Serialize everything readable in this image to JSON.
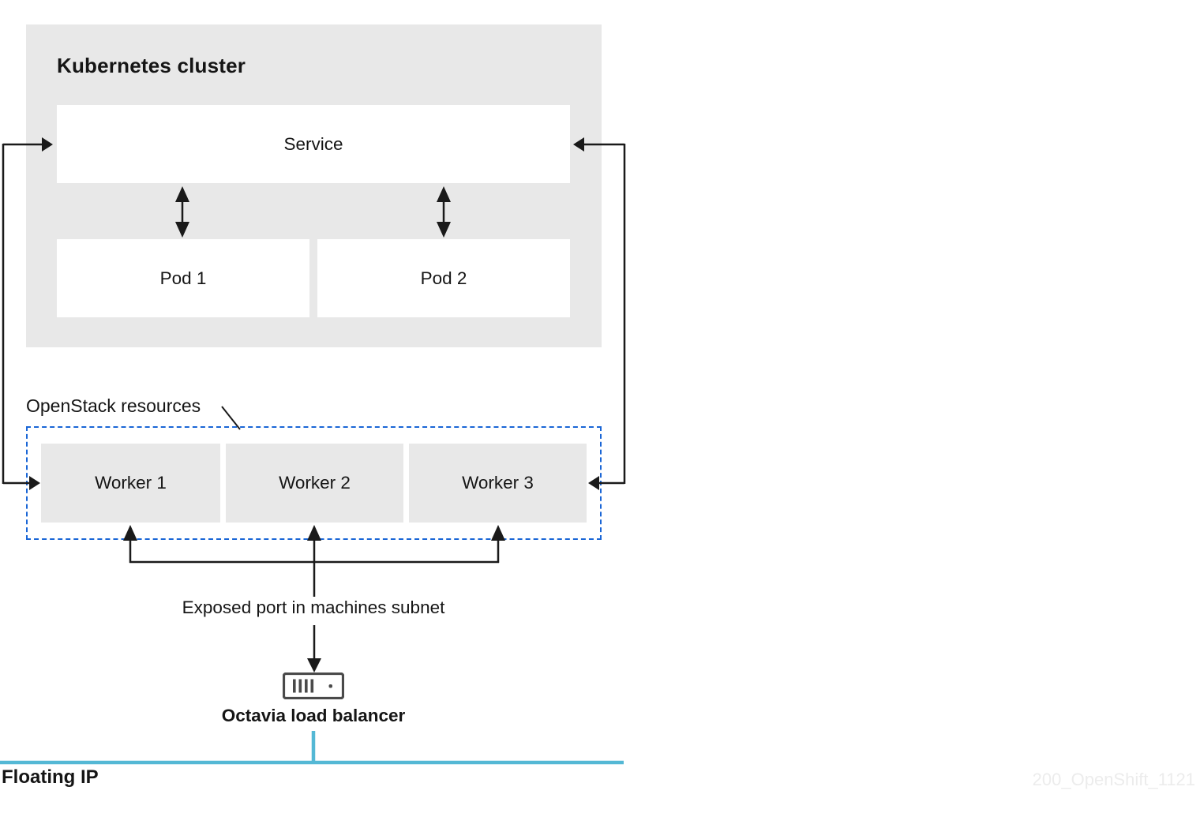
{
  "colors": {
    "box_gray": "#e8e8e8",
    "line_black": "#1a1a1a",
    "dashed_blue": "#1a66d6",
    "cyan": "#54b8d5",
    "text": "#151515",
    "watermark_gray": "#ececec",
    "icon_gray": "#4a4a4a"
  },
  "kubernetes_cluster": {
    "title": "Kubernetes cluster",
    "service_label": "Service",
    "pods": [
      {
        "label": "Pod 1"
      },
      {
        "label": "Pod 2"
      }
    ]
  },
  "openstack": {
    "label": "OpenStack resources",
    "workers": [
      {
        "label": "Worker 1"
      },
      {
        "label": "Worker 2"
      },
      {
        "label": "Worker 3"
      }
    ]
  },
  "annotations": {
    "exposed_port": "Exposed port in machines subnet",
    "load_balancer": "Octavia load balancer",
    "floating_ip": "Floating IP",
    "watermark": "200_OpenShift_1121"
  },
  "icons": {
    "load_balancer": "load-balancer-server-icon"
  }
}
